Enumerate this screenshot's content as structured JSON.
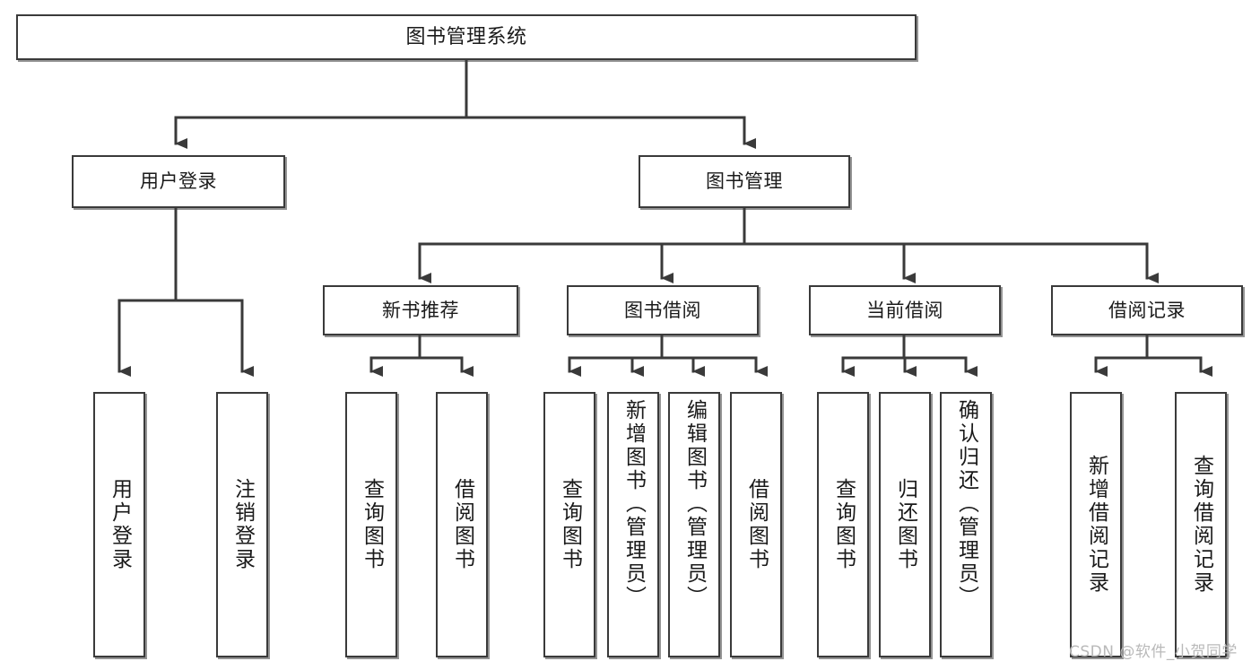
{
  "diagram": {
    "type": "tree-hierarchy-chart",
    "title": "图书管理系统",
    "watermark": "CSDN @软件_小贺同学",
    "colors": {
      "box_border": "#3a3a3a",
      "box_fill": "#ffffff",
      "connector": "#3a3a3a",
      "text": "#1a1a1a",
      "watermark": "#b9b9b9"
    },
    "root": {
      "label": "图书管理系统"
    },
    "level1": [
      {
        "label": "用户登录"
      },
      {
        "label": "图书管理"
      }
    ],
    "level2": [
      {
        "label": "新书推荐"
      },
      {
        "label": "图书借阅"
      },
      {
        "label": "当前借阅"
      },
      {
        "label": "借阅记录"
      }
    ],
    "leaves": {
      "user_login": [
        {
          "label": "用户登录"
        },
        {
          "label": "注销登录"
        }
      ],
      "new_book_recommend": [
        {
          "label": "查询图书"
        },
        {
          "label": "借阅图书"
        }
      ],
      "book_borrow": [
        {
          "label": "查询图书"
        },
        {
          "label": "新增图书（管理员）"
        },
        {
          "label": "编辑图书（管理员）"
        },
        {
          "label": "借阅图书"
        }
      ],
      "current_borrow": [
        {
          "label": "查询图书"
        },
        {
          "label": "归还图书"
        },
        {
          "label": "确认归还（管理员）"
        }
      ],
      "borrow_record": [
        {
          "label": "新增借阅记录"
        },
        {
          "label": "查询借阅记录"
        }
      ]
    }
  }
}
